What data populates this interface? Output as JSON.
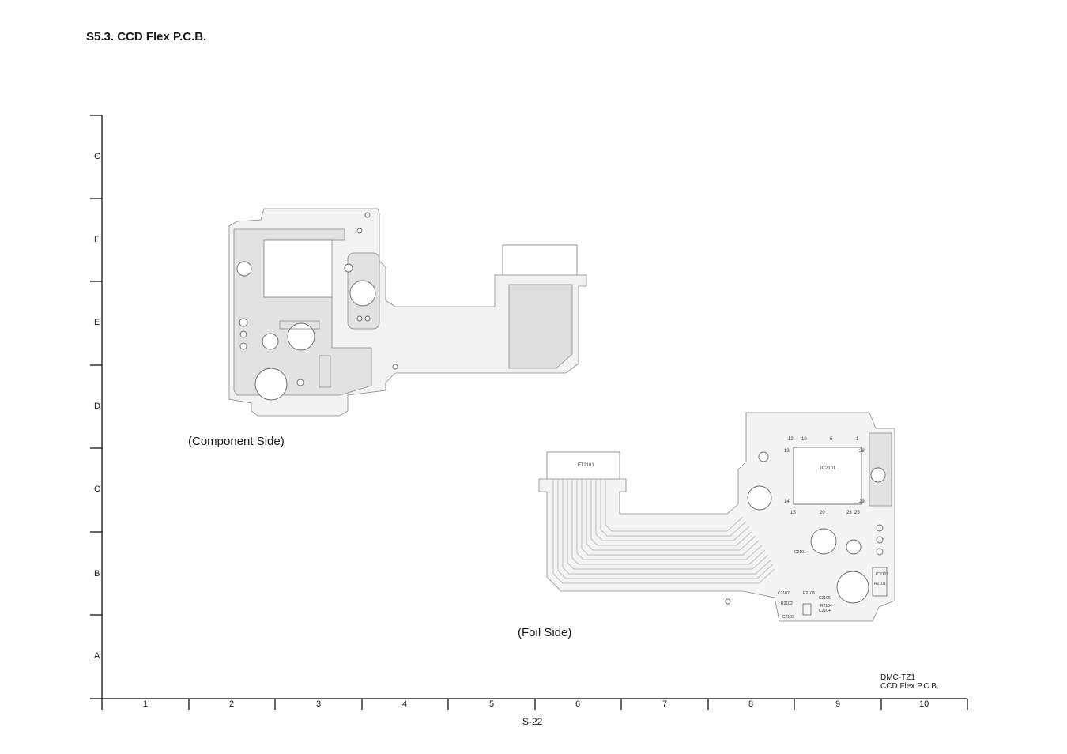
{
  "title": "S5.3. CCD Flex P.C.B.",
  "row_labels": [
    "G",
    "F",
    "E",
    "D",
    "C",
    "B",
    "A"
  ],
  "col_labels": [
    "1",
    "2",
    "3",
    "4",
    "5",
    "6",
    "7",
    "8",
    "9",
    "10"
  ],
  "captions": {
    "component": "(Component Side)",
    "foil": "(Foil Side)"
  },
  "model": {
    "line1": "DMC-TZ1",
    "line2": "CCD Flex P.C.B."
  },
  "page_number": "S-22",
  "foil_parts": {
    "ic": "IC2101",
    "connector": "FT2101",
    "pins": [
      "12",
      "10",
      "5",
      "1",
      "13",
      "28",
      "14",
      "29",
      "15",
      "20",
      "26",
      "25"
    ],
    "small": [
      "C2101",
      "C2102",
      "R2103",
      "R2102",
      "C2105",
      "R2104",
      "C2104",
      "C2103",
      "IC2102",
      "R2101"
    ]
  },
  "colors": {
    "board_fill": "#e8e8e8",
    "copper_fill": "#d0d0d0",
    "outline": "#888888",
    "axis": "#000000"
  }
}
